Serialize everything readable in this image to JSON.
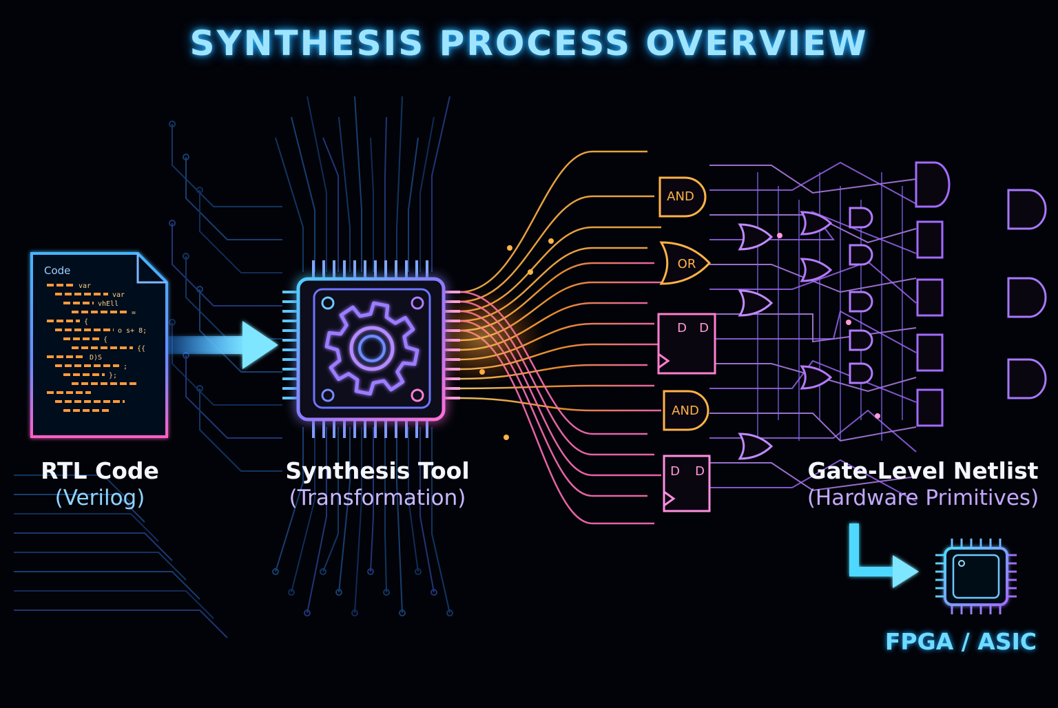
{
  "title": "SYNTHESIS PROCESS OVERVIEW",
  "stages": {
    "rtl": {
      "label": "RTL Code",
      "sublabel": "(Verilog)",
      "file_header": "Code",
      "code_tokens": [
        "var",
        "var",
        "vhEll",
        "=",
        "{",
        "o s+ 8;",
        "{",
        "{{",
        "D)S",
        ";",
        "};"
      ]
    },
    "tool": {
      "label": "Synthesis Tool",
      "sublabel": "(Transformation)"
    },
    "netlist": {
      "label": "Gate-Level Netlist",
      "sublabel": "(Hardware Primitives)",
      "gates": {
        "and_label": "AND",
        "or_label": "OR",
        "ff_d": "D"
      }
    },
    "target": {
      "label": "FPGA / ASIC"
    }
  },
  "colors": {
    "cyan": "#4fd8ff",
    "blue": "#3a8dff",
    "purple": "#a36bff",
    "orange": "#ffa82e",
    "pink": "#ff5fd2",
    "background": "#020308"
  },
  "icons": [
    "document-icon",
    "arrow-right-icon",
    "chip-icon",
    "gear-icon",
    "and-gate-icon",
    "or-gate-icon",
    "flip-flop-icon",
    "small-chip-icon"
  ]
}
